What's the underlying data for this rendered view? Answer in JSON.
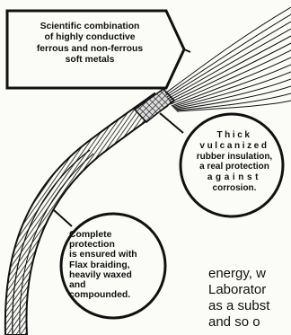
{
  "callouts": {
    "metals": [
      "Scientific combination",
      "of highly conductive",
      "ferrous and non-ferrous",
      "soft metals"
    ],
    "rubber": [
      "Thick",
      "vulcanized",
      "rubber insulation,",
      "a real protection",
      "against",
      "corrosion."
    ],
    "flax": [
      "Complete",
      "protection",
      "is ensured with",
      "Flax braiding,",
      "heavily waxed",
      "and",
      "compounded."
    ]
  },
  "body_text_lines": [
    "energy, w",
    "Laborator",
    "as a subst",
    "and so o"
  ],
  "colors": {
    "ink": "#111111",
    "paper": "#fbfbf8"
  }
}
